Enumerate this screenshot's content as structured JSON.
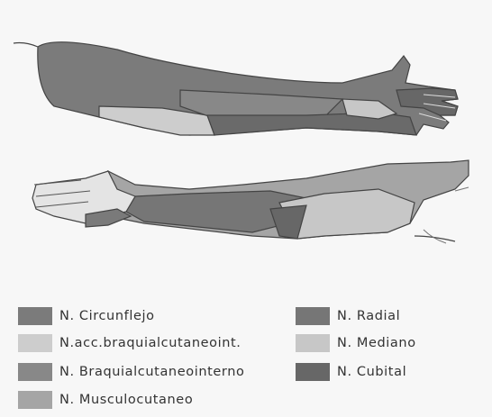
{
  "figure": {
    "legend": [
      {
        "label": "N. Circunflejo",
        "color": "#7b7b7b"
      },
      {
        "label": "N.acc.braquialcutaneoint.",
        "color": "#cdcdcd"
      },
      {
        "label": "N. Braquialcutaneointerno",
        "color": "#888888"
      },
      {
        "label": "N. Musculocutaneo",
        "color": "#a5a5a5"
      },
      {
        "label": "N. Radial",
        "color": "#767676"
      },
      {
        "label": "N. Mediano",
        "color": "#c7c7c7"
      },
      {
        "label": "N. Cubital",
        "color": "#676767"
      }
    ]
  }
}
